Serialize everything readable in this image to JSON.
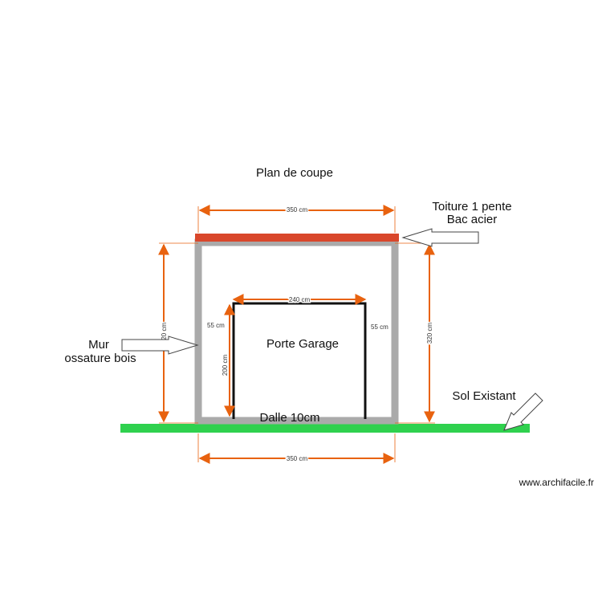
{
  "title": "Plan de coupe",
  "labels": {
    "roof_line1": "Toiture 1 pente",
    "roof_line2": "Bac acier",
    "wall_line1": "Mur",
    "wall_line2": "ossature bois",
    "door": "Porte Garage",
    "slab": "Dalle 10cm",
    "ground": "Sol Existant"
  },
  "dimensions": {
    "top_width": "350 cm",
    "bottom_width": "350 cm",
    "door_width": "240 cm",
    "door_height": "200 cm",
    "left_gap": "55 cm",
    "right_gap": "55 cm",
    "left_height": "320 cm",
    "right_height": "320 cm"
  },
  "watermark": "www.archifacile.fr",
  "colors": {
    "dimension": "#e8620f",
    "roof": "#d9472b",
    "wall": "#aaaaaa",
    "ground": "#2fd14e",
    "door": "#111111"
  }
}
